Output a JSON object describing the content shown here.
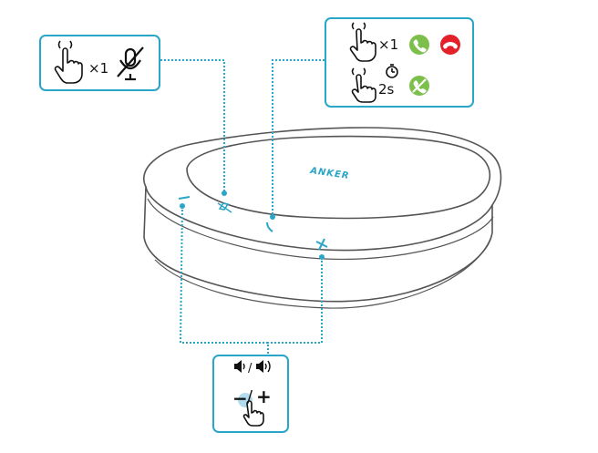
{
  "colors": {
    "accent": "#2aa6c8",
    "outline": "#555555",
    "call_green": "#7cc04b",
    "call_red": "#e4202a",
    "brand": "#2aa6c8"
  },
  "device": {
    "brand_text": "ANKER"
  },
  "mute_callout": {
    "press_count": "×1",
    "icons": [
      "single-press-hand-icon",
      "mic-mute-icon"
    ]
  },
  "call_callout": {
    "press_count": "×1",
    "hold_time": "2s",
    "icons": [
      "single-press-hand-icon",
      "answer-call-icon",
      "end-call-icon",
      "press-hold-hand-icon",
      "timer-icon",
      "reject-call-icon"
    ]
  },
  "volume_callout": {
    "minus": "−",
    "slash": "/",
    "plus": "+",
    "icons": [
      "volume-down-icon",
      "volume-up-icon",
      "touch-hand-icon"
    ]
  },
  "device_buttons": [
    "volume-down-button",
    "mute-button",
    "call-button",
    "volume-up-button"
  ]
}
